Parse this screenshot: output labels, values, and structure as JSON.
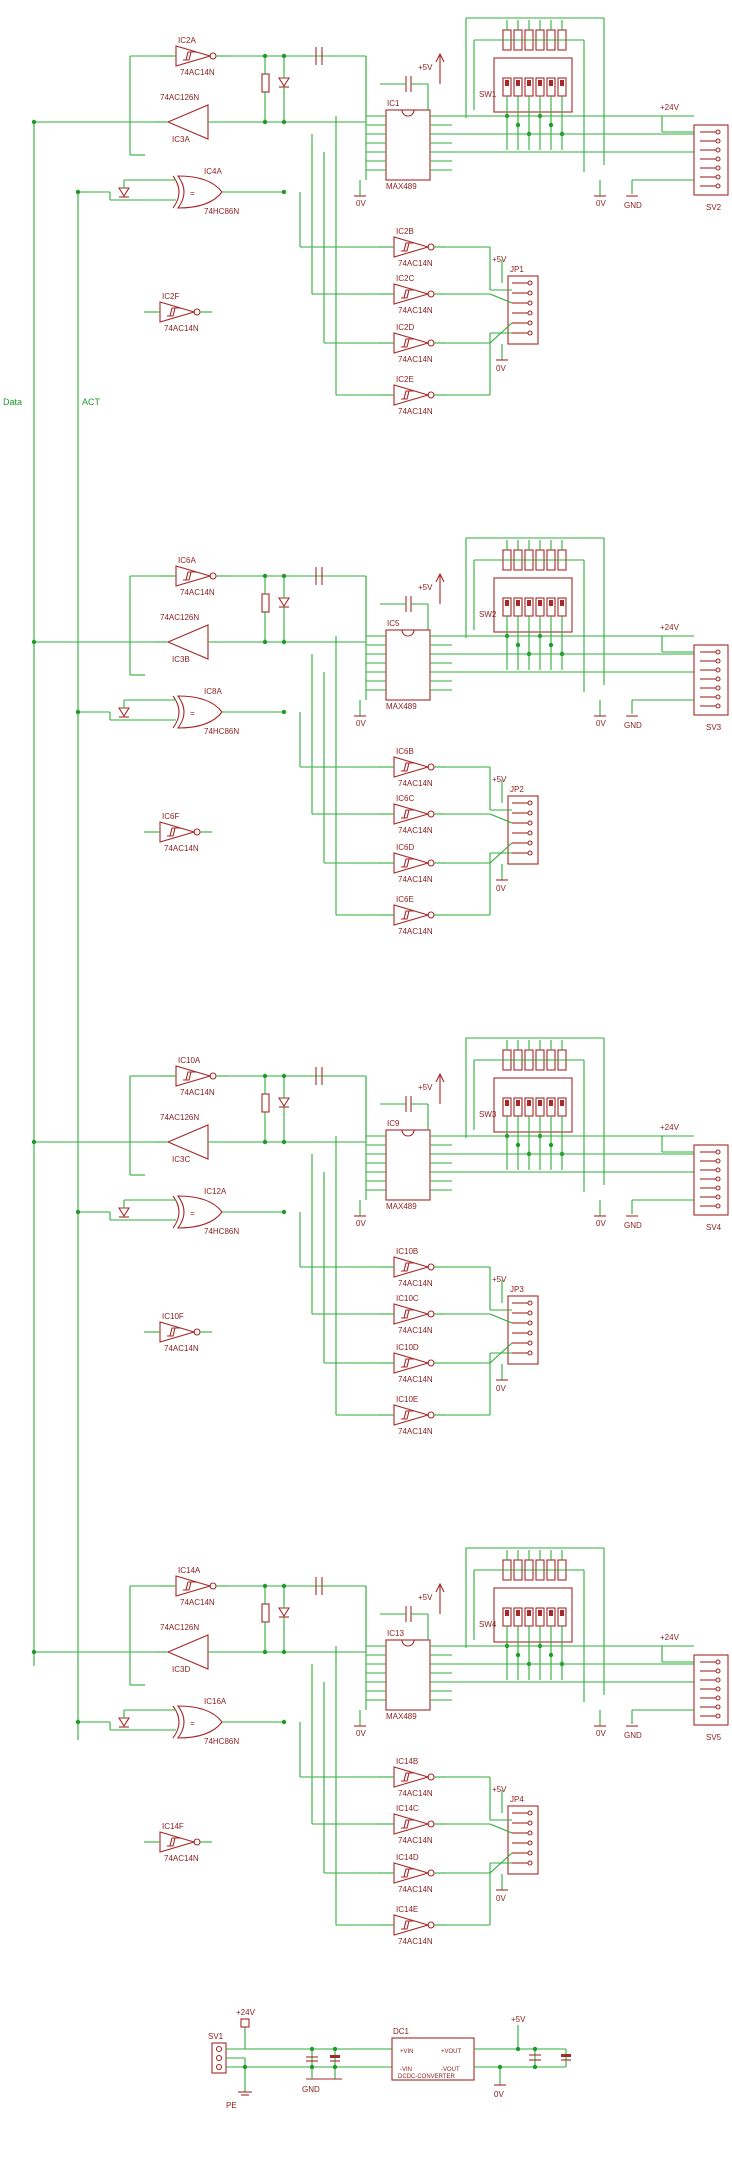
{
  "net_labels": {
    "data": "Data",
    "act": "ACT"
  },
  "common": {
    "inverter_part": "74AC14N",
    "buffer_part": "74AC126N",
    "xor_part": "74HC86N",
    "transceiver_part": "MAX489",
    "vcc": "+5V",
    "vcc24": "+24V",
    "zero": "0V",
    "gnd": "GND"
  },
  "channels": [
    {
      "buf_in": "IC2A",
      "buf_out": "IC3A",
      "xor": "IC4A",
      "rs485": "IC1",
      "inv": [
        "IC2B",
        "IC2C",
        "IC2D",
        "IC2E"
      ],
      "spare": "IC2F",
      "dip": "SW1",
      "jp": "JP1",
      "conn": "SV2"
    },
    {
      "buf_in": "IC6A",
      "buf_out": "IC3B",
      "xor": "IC8A",
      "rs485": "IC5",
      "inv": [
        "IC6B",
        "IC6C",
        "IC6D",
        "IC6E"
      ],
      "spare": "IC6F",
      "dip": "SW2",
      "jp": "JP2",
      "conn": "SV3"
    },
    {
      "buf_in": "IC10A",
      "buf_out": "IC3C",
      "xor": "IC12A",
      "rs485": "IC9",
      "inv": [
        "IC10B",
        "IC10C",
        "IC10D",
        "IC10E"
      ],
      "spare": "IC10F",
      "dip": "SW3",
      "jp": "JP3",
      "conn": "SV4"
    },
    {
      "buf_in": "IC14A",
      "buf_out": "IC3D",
      "xor": "IC16A",
      "rs485": "IC13",
      "inv": [
        "IC14B",
        "IC14C",
        "IC14D",
        "IC14E"
      ],
      "spare": "IC14F",
      "dip": "SW4",
      "jp": "JP4",
      "conn": "SV5"
    }
  ],
  "power": {
    "connector": "SV1",
    "converter": "DC1",
    "pe": "PE",
    "in_pos": "+VIN",
    "in_neg": "-VIN",
    "out_pos": "+VOUT",
    "out_neg": "-VOUT",
    "module": "DCDC-CONVERTER"
  }
}
